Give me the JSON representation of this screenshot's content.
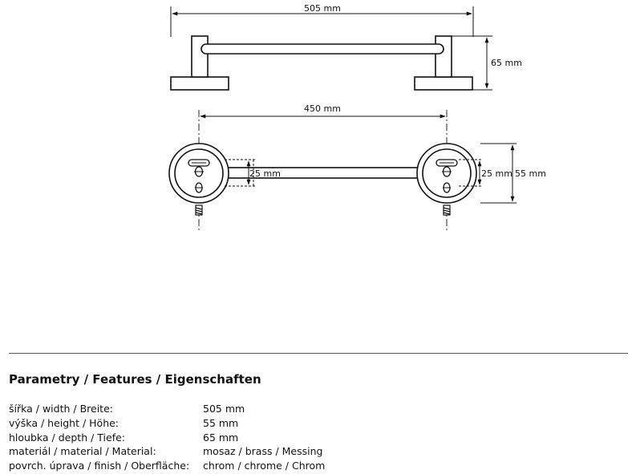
{
  "dimensions": {
    "side_width": "505 mm",
    "side_height": "65 mm",
    "top_width": "450 mm",
    "rod_diameter_left": "25 mm",
    "rod_diameter_right": "25 mm",
    "rosette_diameter": "55 mm"
  },
  "parameters": {
    "heading": "Parametry / Features / Eigenschaften",
    "rows": [
      {
        "label": "šířka / width / Breite:",
        "value": "505 mm"
      },
      {
        "label": "výška / height / Höhe:",
        "value": "55 mm"
      },
      {
        "label": "hloubka / depth / Tiefe:",
        "value": "65 mm"
      },
      {
        "label": "materiál / material / Material:",
        "value": "mosaz / brass / Messing"
      },
      {
        "label": "povrch. úprava / finish / Oberfläche:",
        "value": "chrom / chrome / Chrom"
      }
    ]
  }
}
